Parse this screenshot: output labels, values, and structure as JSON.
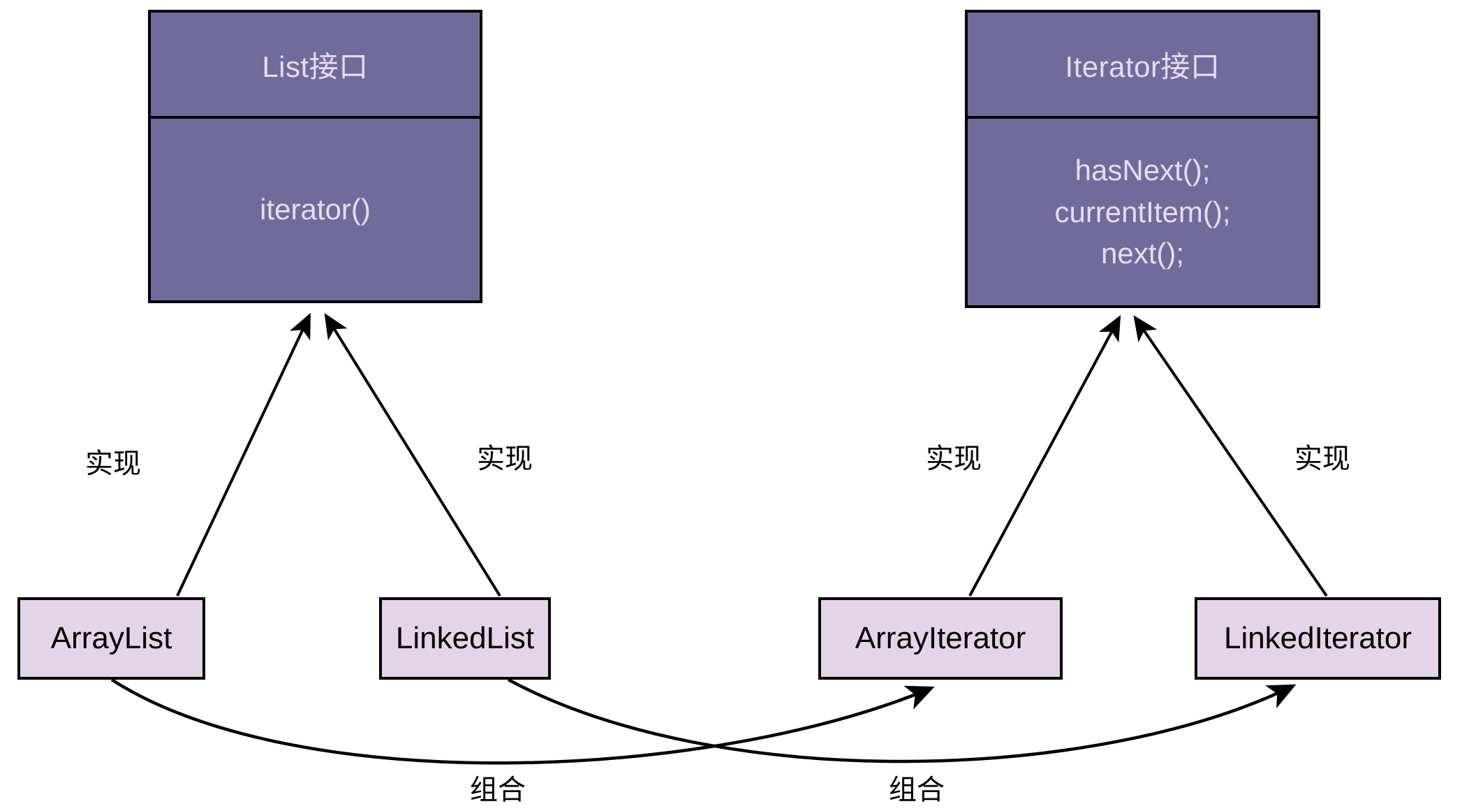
{
  "diagram": {
    "type": "uml-class-diagram",
    "colors": {
      "interface_fill": "#706B9B",
      "interface_text": "#E8DCEF",
      "class_fill": "#E4D4EA",
      "class_text": "#000000",
      "stroke": "#000000",
      "background": "#FFFFFF"
    },
    "interfaces": [
      {
        "id": "list-interface",
        "title": "List接口",
        "members": [
          "iterator()"
        ]
      },
      {
        "id": "iterator-interface",
        "title": "Iterator接口",
        "members": [
          "hasNext();",
          "currentItem();",
          "next();"
        ]
      }
    ],
    "classes": [
      {
        "id": "arraylist",
        "name": "ArrayList"
      },
      {
        "id": "linkedlist",
        "name": "LinkedList"
      },
      {
        "id": "arrayiterator",
        "name": "ArrayIterator"
      },
      {
        "id": "linkediterator",
        "name": "LinkedIterator"
      }
    ],
    "relations": [
      {
        "id": "rel-arraylist-list",
        "label": "实现",
        "kind": "realization",
        "from": "ArrayList",
        "to": "List接口"
      },
      {
        "id": "rel-linkedlist-list",
        "label": "实现",
        "kind": "realization",
        "from": "LinkedList",
        "to": "List接口"
      },
      {
        "id": "rel-arrayiterator-iterator",
        "label": "实现",
        "kind": "realization",
        "from": "ArrayIterator",
        "to": "Iterator接口"
      },
      {
        "id": "rel-linkediterator-iterator",
        "label": "实现",
        "kind": "realization",
        "from": "LinkedIterator",
        "to": "Iterator接口"
      },
      {
        "id": "rel-arraylist-arrayiterator",
        "label": "组合",
        "kind": "composition",
        "from": "ArrayList",
        "to": "ArrayIterator"
      },
      {
        "id": "rel-linkedlist-linkediterator",
        "label": "组合",
        "kind": "composition",
        "from": "LinkedList",
        "to": "LinkedIterator"
      }
    ]
  }
}
